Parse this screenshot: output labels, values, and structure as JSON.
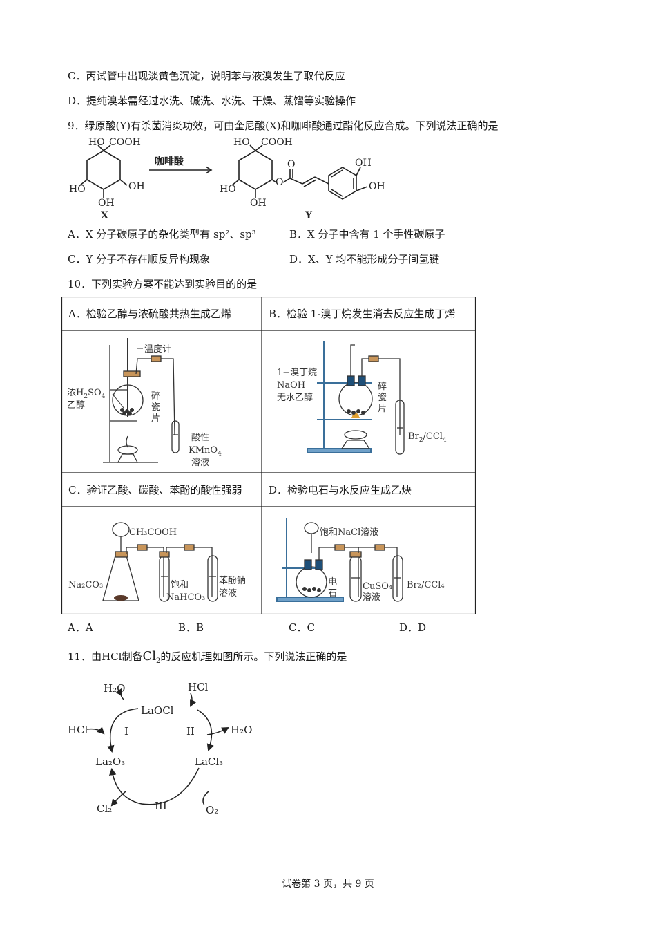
{
  "q8": {
    "optC": "C．丙试管中出现淡黄色沉淀，说明苯与液溴发生了取代反应",
    "optD": "D．提纯溴苯需经过水洗、碱洗、水洗、干燥、蒸馏等实验操作"
  },
  "q9": {
    "stem": "9．绿原酸(Y)有杀菌消炎功效，可由奎尼酸(X)和咖啡酸通过酯化反应合成。下列说法正确的是",
    "reagent": "咖啡酸",
    "label_x": "X",
    "label_y": "Y",
    "groups": {
      "ho": "HO",
      "cooh": "COOH",
      "oh": "OH",
      "o": "O"
    },
    "optA": "A．X 分子碳原子的杂化类型有 sp²、sp³",
    "optB": "B．X 分子中含有 1 个手性碳原子",
    "optC": "C．Y 分子不存在顺反异构现象",
    "optD": "D．X、Y 均不能形成分子间氢键"
  },
  "q10": {
    "stem": "10．下列实验方案不能达到实验目的的是",
    "cellA": "A．检验乙醇与浓硫酸共热生成乙烯",
    "cellB": "B．检验 1-溴丁烷发生消去反应生成丁烯",
    "cellC": "C．验证乙酸、碳酸、苯酚的酸性强弱",
    "cellD": "D．检验电石与水反应生成乙炔",
    "figA": {
      "thermometer": "温度计",
      "acid_a": "浓H",
      "acid_sub1": "2",
      "acid_b": "SO",
      "acid_sub2": "4",
      "ethanol": "乙醇",
      "chips1": "碎",
      "chips2": "瓷",
      "chips3": "片",
      "kmno4_1": "酸性",
      "kmno4_2a": "KMnO",
      "kmno4_2b": "4",
      "kmno4_3": "溶液"
    },
    "figB": {
      "r1": "1−溴丁烷",
      "r2": "NaOH",
      "r3": "无水乙醇",
      "chips1": "碎",
      "chips2": "瓷",
      "chips3": "片",
      "br_a": "Br",
      "br_b": "2",
      "br_c": "/CCl",
      "br_d": "4"
    },
    "figC": {
      "ch3cooh": "CH₃COOH",
      "na2co3": "Na₂CO₃",
      "bicarb1": "饱和",
      "bicarb2": "NaHCO₃",
      "phenolate1": "苯酚钠",
      "phenolate2": "溶液"
    },
    "figD": {
      "nacl": "饱和NaCl溶液",
      "carbide1": "电",
      "carbide2": "石",
      "cuso4_1": "CuSO₄",
      "cuso4_2": "溶液",
      "br": "Br₂/CCl₄"
    },
    "optA": "A．A",
    "optB": "B．B",
    "optC": "C．C",
    "optD": "D．D"
  },
  "q11": {
    "stem_a": "11．由",
    "stem_hcl": "HCl",
    "stem_b": "制备",
    "stem_cl": "Cl",
    "stem_sub": "2",
    "stem_c": "的反应机理如图所示。下列说法正确的是",
    "h2o_a": "H₂O",
    "hcl_top": "HCl",
    "laocl": "LaOCl",
    "hcl_left": "HCl",
    "step1": "I",
    "step2": "II",
    "h2o_b": "H₂O",
    "la2o3": "La₂O₃",
    "lacl3": "LaCl₃",
    "step3": "III",
    "cl2": "Cl₂",
    "o2": "O₂"
  },
  "footer": "试卷第 3 页，共 9 页"
}
